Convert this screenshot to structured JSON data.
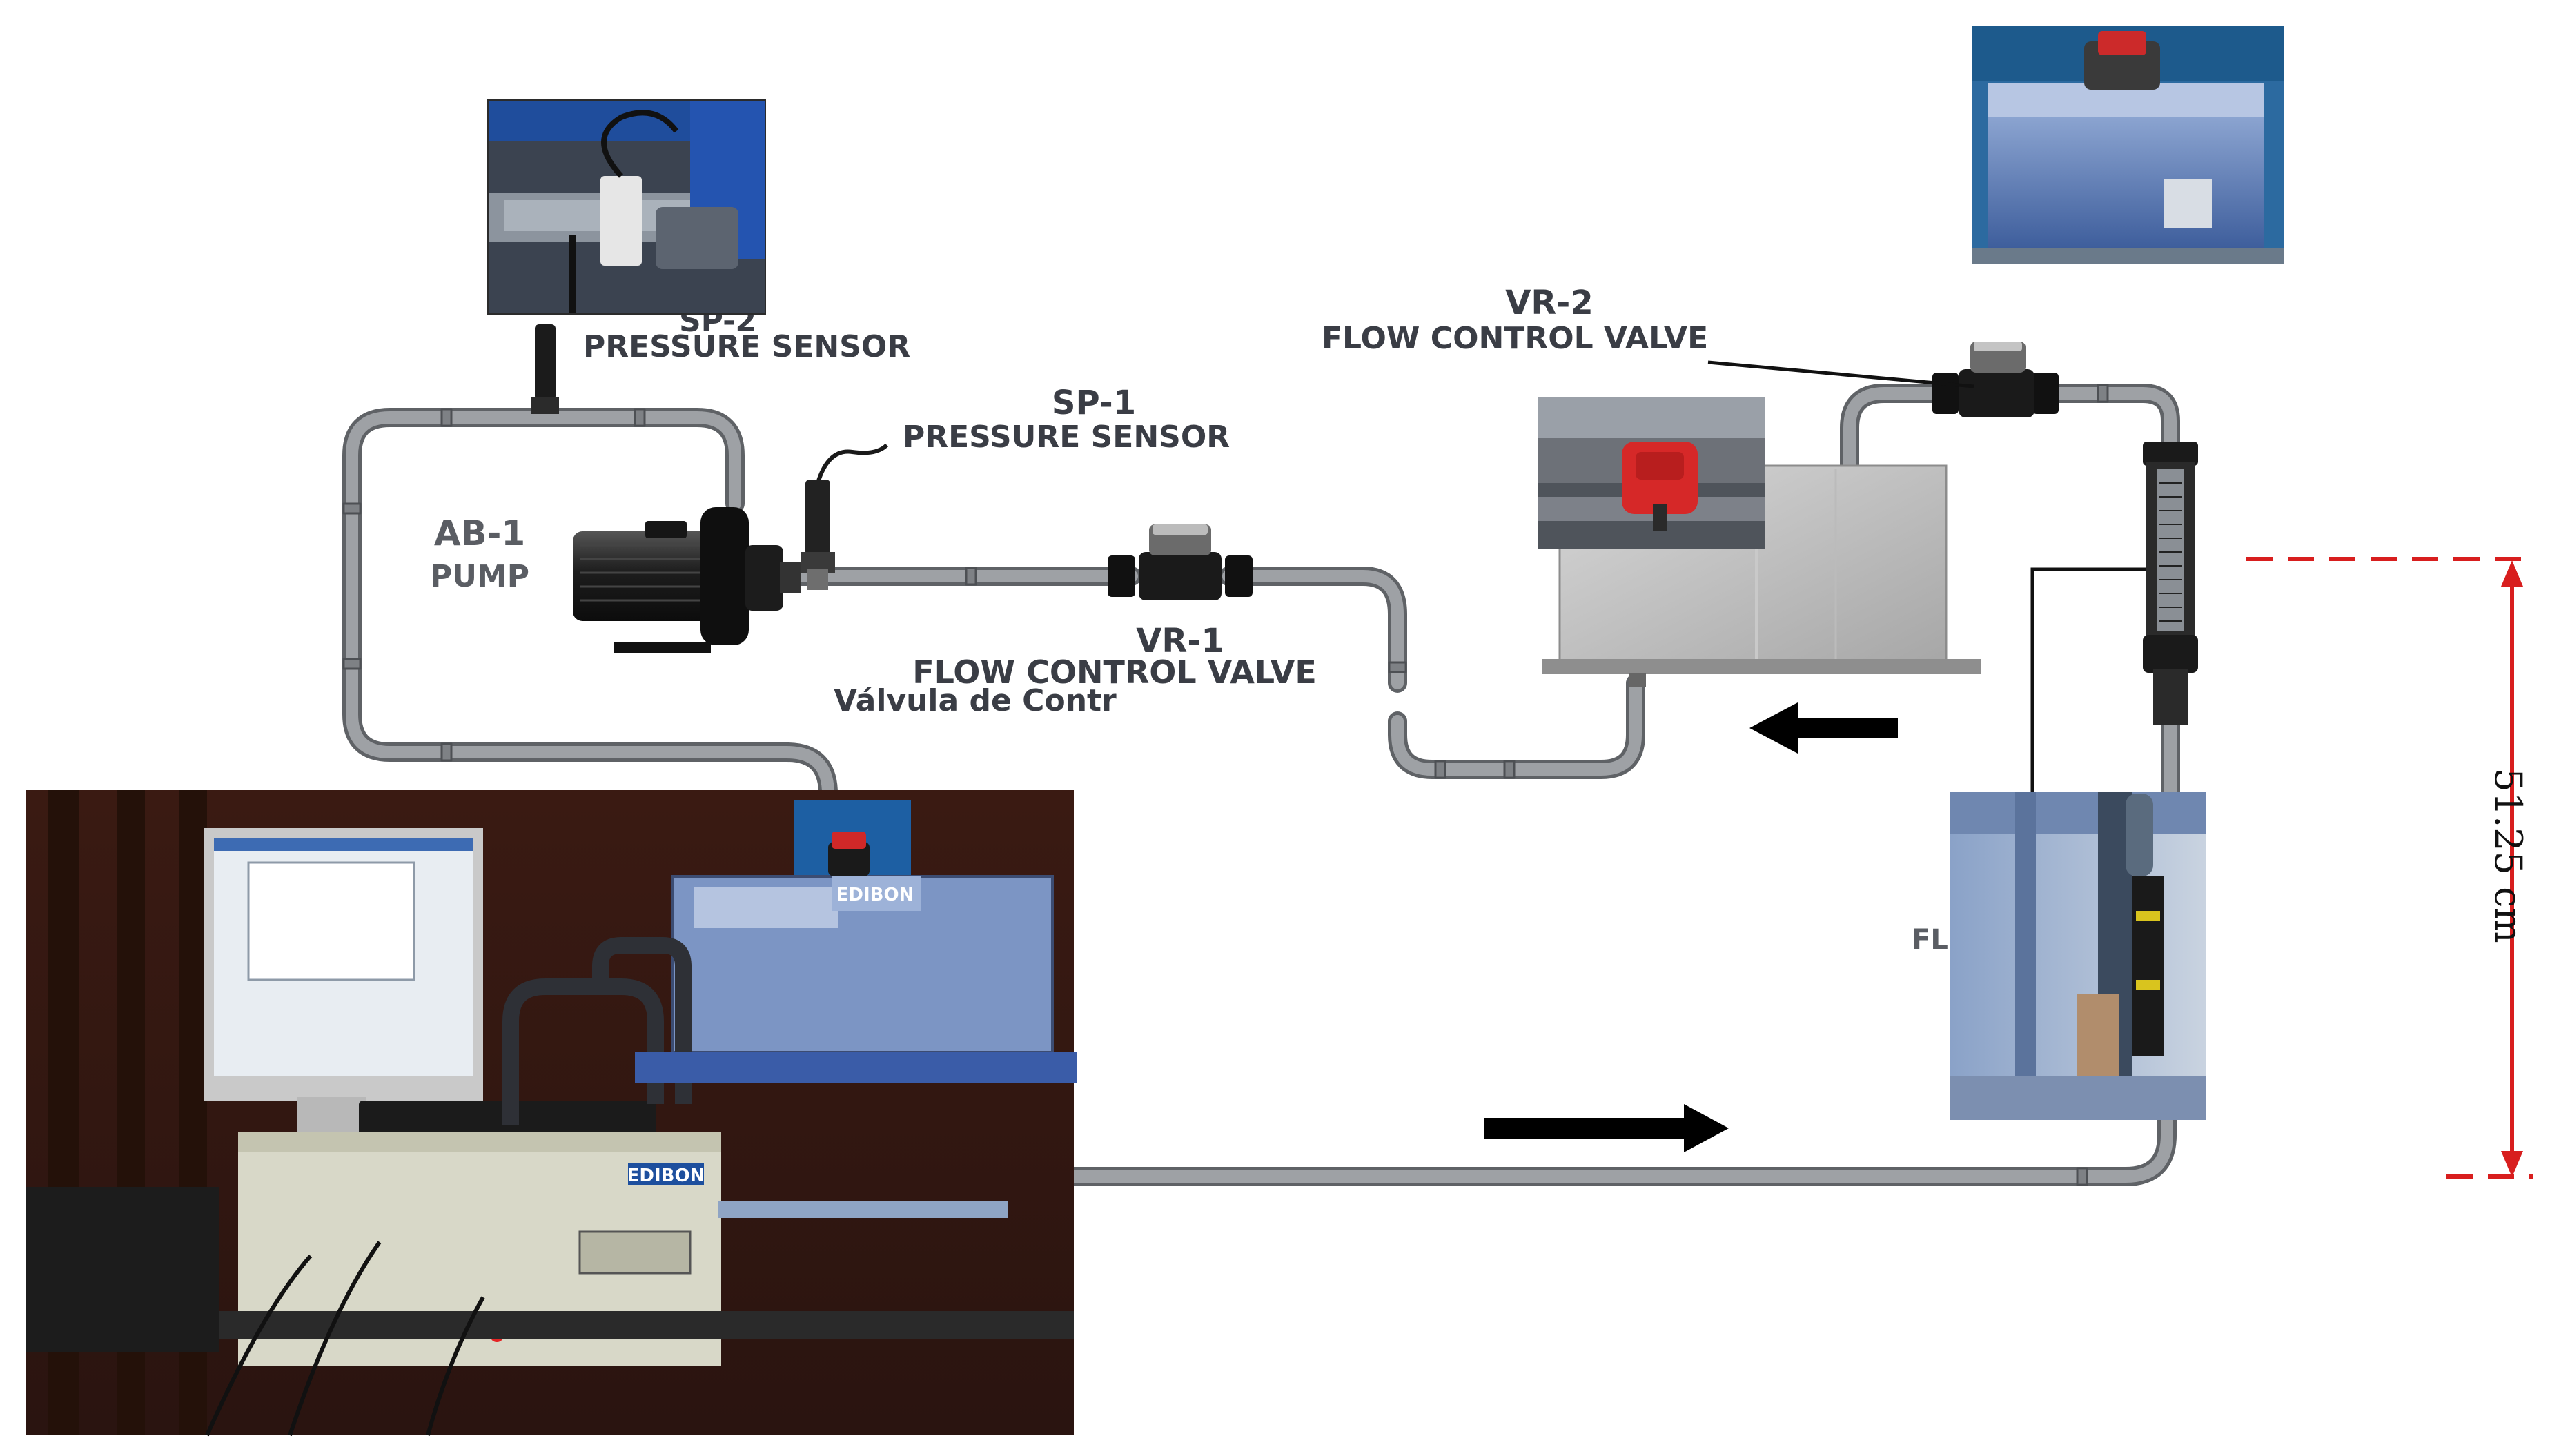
{
  "components": {
    "sp2": {
      "tag": "SP-2",
      "label": "PRESSURE SENSOR"
    },
    "sp1": {
      "tag": "SP-1",
      "label": "PRESSURE SENSOR"
    },
    "pump": {
      "tag": "AB-1",
      "label": "PUMP"
    },
    "vr1": {
      "tag": "VR-1",
      "label": "FLOW CONTROL VALVE",
      "label_es": "Válvula de Contr"
    },
    "vr2": {
      "tag": "VR-2",
      "label": "FLOW CONTROL VALVE"
    },
    "flowmeter": {
      "tag_partial": "FL"
    }
  },
  "measurement": {
    "text": "51.25 cm",
    "color": "#d81e1e"
  },
  "colors": {
    "pipe": "#9ea1a5",
    "pipe_edge": "#5f6266",
    "arrow": "#000000",
    "label": "#3a3d45"
  },
  "photos": [
    {
      "name": "sp2-sensor-photo",
      "content": "pressure-sensor"
    },
    {
      "name": "tank-photo",
      "content": "transparent-tank"
    },
    {
      "name": "vr2-valve-photo",
      "content": "red-valve"
    },
    {
      "name": "flowmeter-photo",
      "content": "flowmeter"
    },
    {
      "name": "equipment-photo",
      "content": "lab-bench-with-computer",
      "brand": "EDIBON"
    }
  ]
}
